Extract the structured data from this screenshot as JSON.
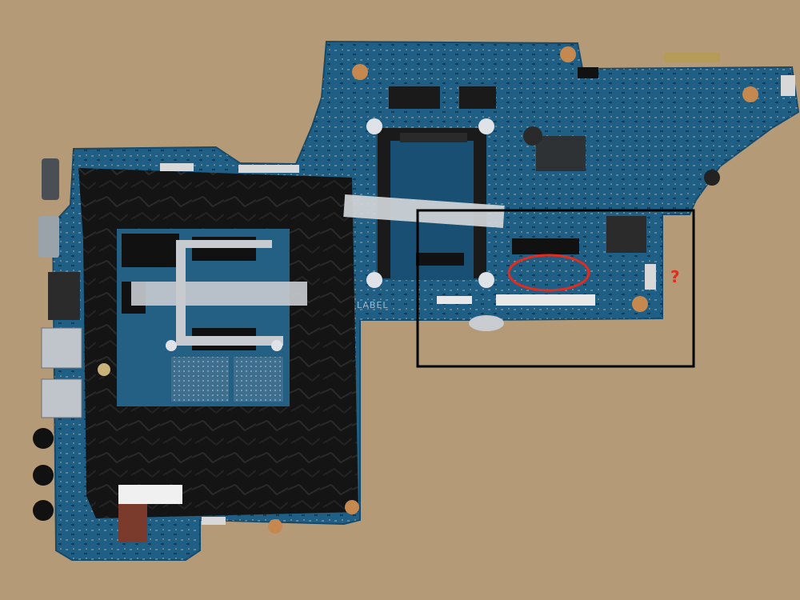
{
  "image": {
    "board_label_text": "LABEL",
    "annotation_mark": "?"
  },
  "colors": {
    "background": "#b49a76",
    "pcb": "#1f5f86",
    "pcb_dark": "#174b6c",
    "tape": "#151515",
    "highlight_box": "#000000",
    "highlight_ellipse": "#e32b1e",
    "question_mark": "#e32b1e"
  },
  "annotations": {
    "box": "highlight-box",
    "ellipse": "highlight-ellipse"
  }
}
